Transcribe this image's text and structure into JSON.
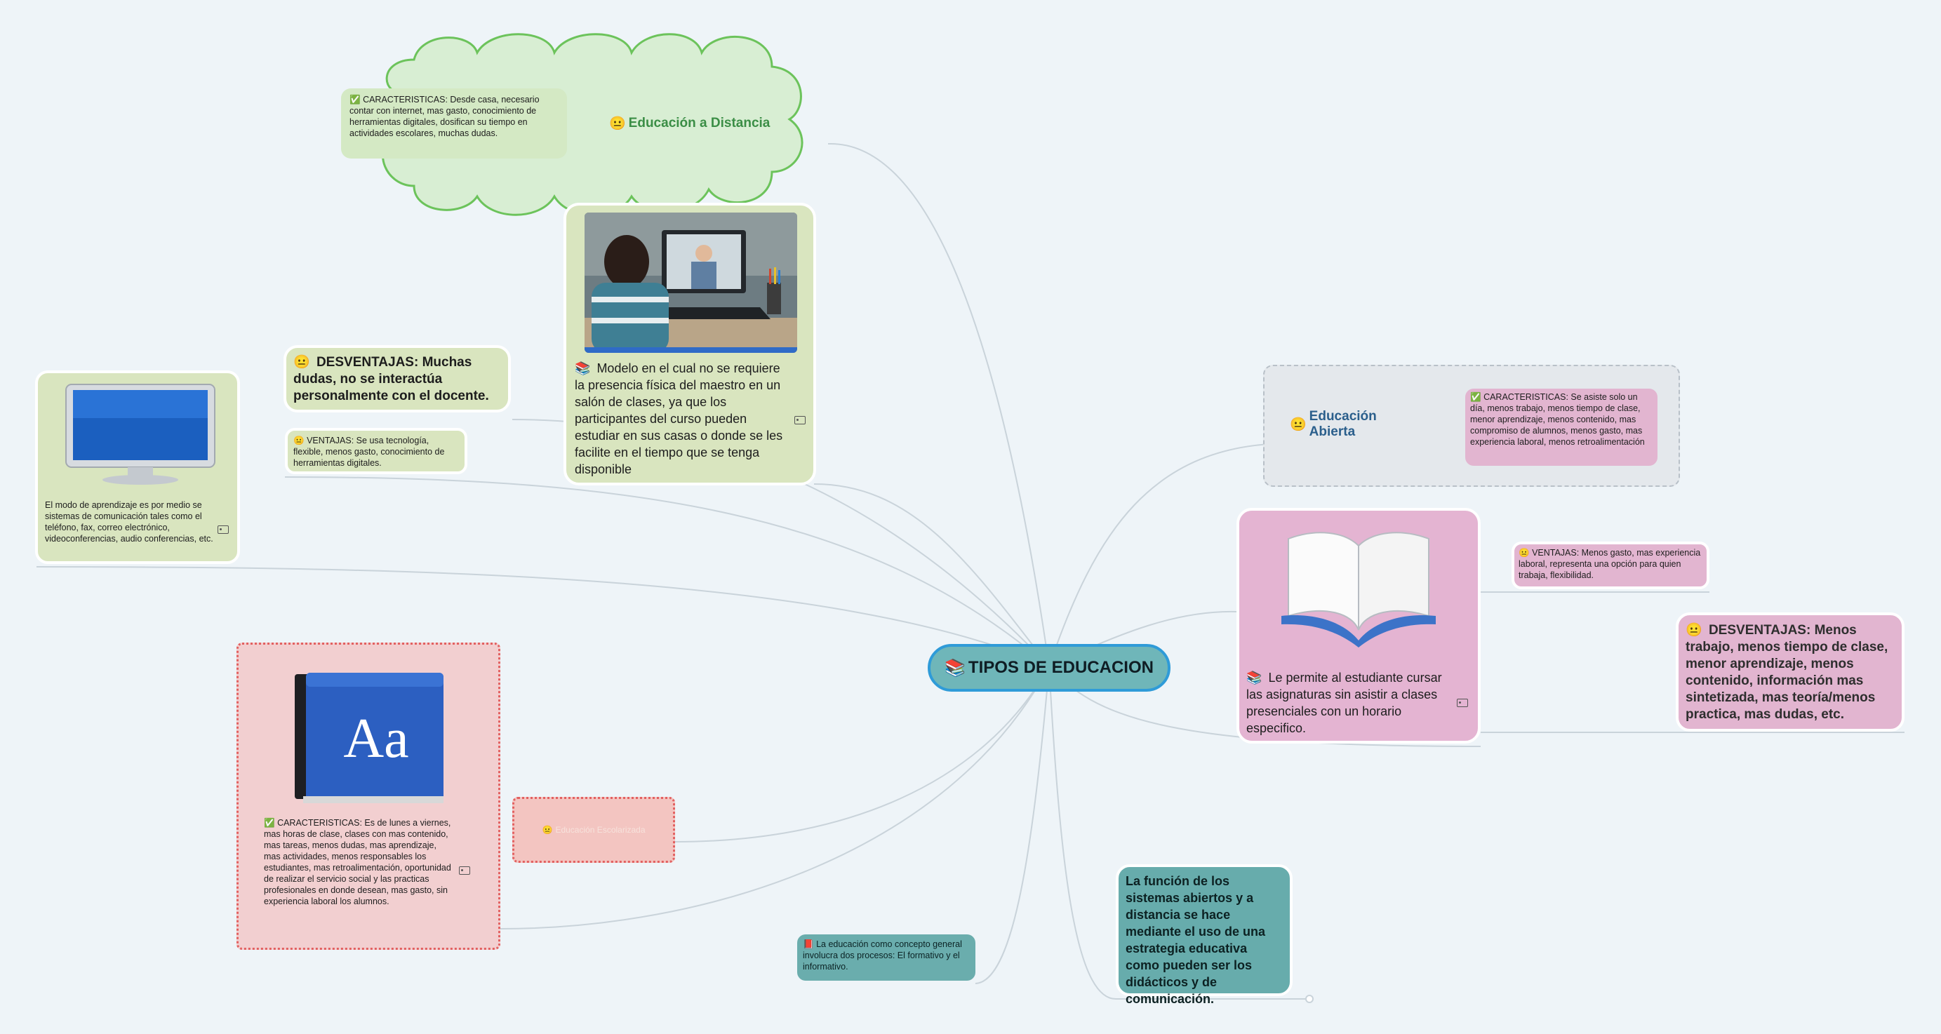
{
  "central": {
    "icon": "📚",
    "label": "TIPOS DE EDUCACION"
  },
  "distance": {
    "label": "Educación a Distancia",
    "characteristics": "CARACTERISTICAS: Desde casa, necesario contar con internet, mas gasto, conocimiento de herramientas digitales, dosifican su tiempo en actividades escolares, muchas dudas.",
    "model": "Modelo en el cual no se requiere la presencia física del maestro en un salón de clases, ya que los participantes del curso pueden estudiar en sus casas o donde se les facilite en el tiempo que se tenga disponible",
    "disadvantages": "DESVENTAJAS: Muchas dudas, no se interactúa personalmente con el docente.",
    "advantages": "VENTAJAS: Se usa tecnología, flexible, menos gasto, conocimiento de herramientas digitales.",
    "monitor_text": "El modo de aprendizaje es por medio se sistemas de comunicación tales como el teléfono, fax, correo electrónico, videoconferencias, audio conferencias, etc."
  },
  "open": {
    "label": "Educación Abierta",
    "characteristics": "CARACTERISTICAS: Se asiste solo un día, menos trabajo, menos tiempo de clase, menor aprendizaje, menos contenido, mas compromiso de alumnos, menos gasto, mas experiencia laboral, menos retroalimentación",
    "main": "Le permite al estudiante cursar las asignaturas sin asistir a clases presenciales con un horario especifico.",
    "advantages": "VENTAJAS: Menos gasto, mas experiencia laboral, representa una opción para quien trabaja, flexibilidad.",
    "disadvantages": "DESVENTAJAS: Menos trabajo, menos tiempo de clase, menor aprendizaje, menos contenido, información mas sintetizada, mas teoría/menos practica, mas dudas, etc."
  },
  "school": {
    "label": "Educación Escolarizada",
    "characteristics": "CARACTERISTICAS: Es de lunes a viernes, mas horas de clase, clases con mas contenido, mas tareas, menos dudas, mas aprendizaje, mas actividades, menos responsables los estudiantes, mas retroalimentación, oportunidad de realizar el servicio social y las practicas profesionales en donde desean, mas gasto, sin experiencia laboral los alumnos.",
    "book_letters": "Aa"
  },
  "concept": "La educación como concepto general involucra dos procesos: El formativo y el informativo.",
  "function": "La función de los sistemas abiertos y a distancia se hace mediante el uso de una estrategia educativa como pueden ser los didácticos y de comunicación.",
  "icons": {
    "books": "📚",
    "check": "✅",
    "emoji": "😐",
    "red_book": "📕",
    "central_icon": "books-icon",
    "image_icon": "image-icon"
  },
  "colors": {
    "green_node": "#d9e5bf",
    "pink_node": "#e4b4d2",
    "red_node": "#f2cfd0",
    "teal_node": "#67acac",
    "central_fill": "#6fb6b9",
    "central_border": "#2f9bd8"
  }
}
